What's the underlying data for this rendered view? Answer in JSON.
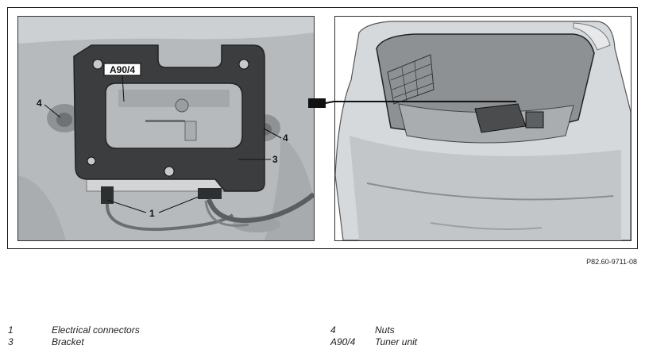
{
  "callouts": {
    "tuner": "A90/4",
    "nuts": "4",
    "bracket": "3",
    "connectors": "1"
  },
  "figure_ref": "P82.60-9711-08",
  "legend": [
    {
      "key": "1",
      "text": "Electrical connectors"
    },
    {
      "key": "3",
      "text": "Bracket"
    },
    {
      "key": "4",
      "text": "Nuts"
    },
    {
      "key": "A90/4",
      "text": "Tuner unit"
    }
  ]
}
